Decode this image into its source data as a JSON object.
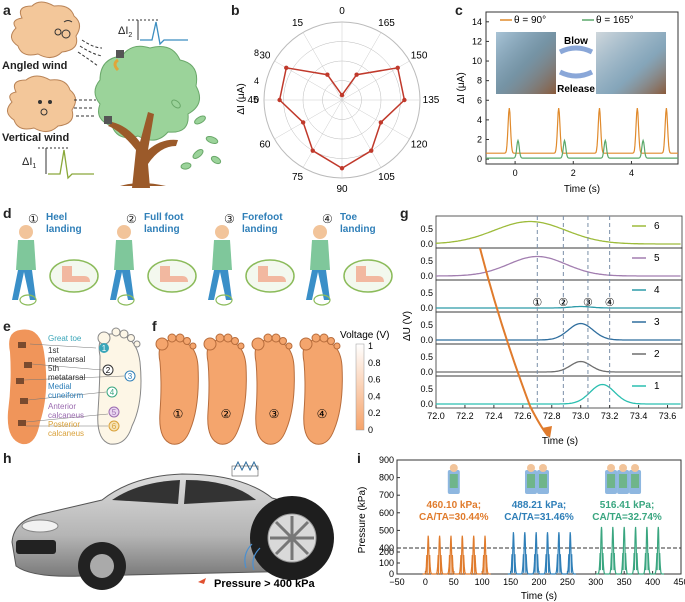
{
  "panels": {
    "a": "a",
    "b": "b",
    "c": "c",
    "d": "d",
    "e": "e",
    "f": "f",
    "g": "g",
    "h": "h",
    "i": "i"
  },
  "panel_a": {
    "angled_wind": "Angled wind",
    "vertical_wind": "Vertical wind",
    "delta_i2": "ΔI",
    "delta_i2_sub": "2",
    "delta_i1": "ΔI",
    "delta_i1_sub": "1"
  },
  "panel_b": {
    "ylabel": "ΔI (μA)",
    "angle_labels": [
      "0",
      "15",
      "30",
      "45",
      "60",
      "75",
      "90",
      "105",
      "120",
      "135",
      "150",
      "165"
    ],
    "radial_ticks": [
      "8",
      "4",
      "0"
    ],
    "chart_data": {
      "type": "polar",
      "theta_deg": [
        0,
        15,
        30,
        45,
        60,
        75,
        90,
        105,
        120,
        135,
        150,
        165
      ],
      "values": [
        0.5,
        3.0,
        6.6,
        6.4,
        4.6,
        6.0,
        7.0,
        6.0,
        4.6,
        6.4,
        6.6,
        3.0
      ]
    }
  },
  "panel_c": {
    "legend": [
      {
        "name": "θ = 90°",
        "color": "#e08a2c"
      },
      {
        "name": "θ = 165°",
        "color": "#5aa86a"
      }
    ],
    "blow": "Blow",
    "release": "Release",
    "ylabel": "ΔI (μA)",
    "xlabel": "Time (s)",
    "yticks": [
      "0",
      "2",
      "4",
      "6",
      "8",
      "10",
      "12",
      "14"
    ],
    "xticks": [
      "0",
      "2",
      "4"
    ],
    "chart_data": {
      "type": "line",
      "series": [
        {
          "name": "θ = 90°",
          "peaks_x": [
            -0.2,
            1.5,
            2.9,
            4.2,
            5.2
          ],
          "peak_y": 4.6
        },
        {
          "name": "θ = 165°",
          "peaks_x": [
            0.1,
            1.7,
            3.1,
            4.4
          ],
          "peak_y": 1.8
        }
      ]
    }
  },
  "panel_d": {
    "steps": [
      {
        "num": "①",
        "label": "Heel\nlanding"
      },
      {
        "num": "②",
        "label": "Full foot\nlanding"
      },
      {
        "num": "③",
        "label": "Forefoot\nlanding"
      },
      {
        "num": "④",
        "label": "Toe\nlanding"
      }
    ]
  },
  "panel_e": {
    "labels": [
      {
        "text": "Great toe",
        "color": "#3aa6b9"
      },
      {
        "text": "1st metatarsal",
        "color": "#333333"
      },
      {
        "text": "5th metatarsal",
        "color": "#333333"
      },
      {
        "text": "Medial cuneiform",
        "color": "#2f7fb8"
      },
      {
        "text": "Anterior calcaneus",
        "color": "#9b6bb0"
      },
      {
        "text": "Posterior calcaneus",
        "color": "#d9a13a"
      }
    ],
    "numbers": [
      "1",
      "2",
      "3",
      "4",
      "5",
      "6"
    ]
  },
  "panel_f": {
    "feet": [
      "①",
      "②",
      "③",
      "④"
    ],
    "colorbar_title": "Voltage (V)",
    "colorbar_ticks": [
      "1",
      "0.8",
      "0.6",
      "0.4",
      "0.2",
      "0"
    ]
  },
  "panel_g": {
    "ylabel": "ΔU (V)",
    "xlabel": "Time (s)",
    "xticks": [
      "72.0",
      "72.2",
      "72.4",
      "72.6",
      "72.8",
      "73.0",
      "73.2",
      "73.4",
      "73.6"
    ],
    "row_ticks": [
      "0.5",
      "0.0"
    ],
    "row_labels": [
      "6",
      "5",
      "4",
      "3",
      "2",
      "1"
    ],
    "phase_markers": [
      "①",
      "②",
      "③",
      "④"
    ],
    "chart_data": {
      "type": "line",
      "x_range": [
        72.0,
        73.7
      ],
      "series": [
        {
          "name": "6",
          "color": "#9dbb3a",
          "peak_x": 72.65,
          "peak_y": 0.75,
          "width": 0.35
        },
        {
          "name": "5",
          "color": "#a27eb0",
          "peak_x": 72.7,
          "peak_y": 0.65,
          "width": 0.28
        },
        {
          "name": "4",
          "color": "#2c9aa8",
          "peak_x": 73.0,
          "peak_y": 0.05,
          "width": 0.1
        },
        {
          "name": "3",
          "color": "#2f6e9e",
          "peak_x": 73.0,
          "peak_y": 0.55,
          "width": 0.12
        },
        {
          "name": "2",
          "color": "#6e6e6e",
          "peak_x": 73.0,
          "peak_y": 0.35,
          "width": 0.1
        },
        {
          "name": "1",
          "color": "#2bbfb0",
          "peak_x": 73.15,
          "peak_y": 0.65,
          "width": 0.12
        }
      ],
      "markers_x": [
        72.7,
        72.88,
        73.05,
        73.2
      ]
    }
  },
  "panel_h": {
    "pressure_label": "Pressure > 400 kPa"
  },
  "panel_i": {
    "ylabel": "Pressure (kPa)",
    "xlabel": "Time (s)",
    "yticks": [
      "900",
      "800",
      "700",
      "600",
      "500",
      "400",
      "200",
      "100",
      "0"
    ],
    "xticks": [
      "−50",
      "0",
      "50",
      "100",
      "150",
      "200",
      "250",
      "300",
      "350",
      "400",
      "450"
    ],
    "groups": [
      {
        "value": "460.10 kPa;",
        "ratio": "CA/TA=30.44%",
        "color": "#e07b2c"
      },
      {
        "value": "488.21 kPa;",
        "ratio": "CA/TA=31.46%",
        "color": "#2f7fb8"
      },
      {
        "value": "516.41 kPa;",
        "ratio": "CA/TA=32.74%",
        "color": "#3aa680"
      }
    ],
    "chart_data": {
      "type": "line",
      "threshold": 400,
      "series": [
        {
          "name": "group1",
          "peaks_x": [
            5,
            25,
            45,
            65,
            85,
            105
          ],
          "peak_y": 470
        },
        {
          "name": "group2",
          "peaks_x": [
            155,
            175,
            195,
            215,
            235,
            255
          ],
          "peak_y": 490
        },
        {
          "name": "group3",
          "peaks_x": [
            310,
            330,
            350,
            370,
            390,
            410
          ],
          "peak_y": 520
        }
      ]
    }
  },
  "colors": {
    "accent_red": "#c0392b",
    "accent_orange": "#e08a2c",
    "accent_green": "#5aa86a"
  }
}
